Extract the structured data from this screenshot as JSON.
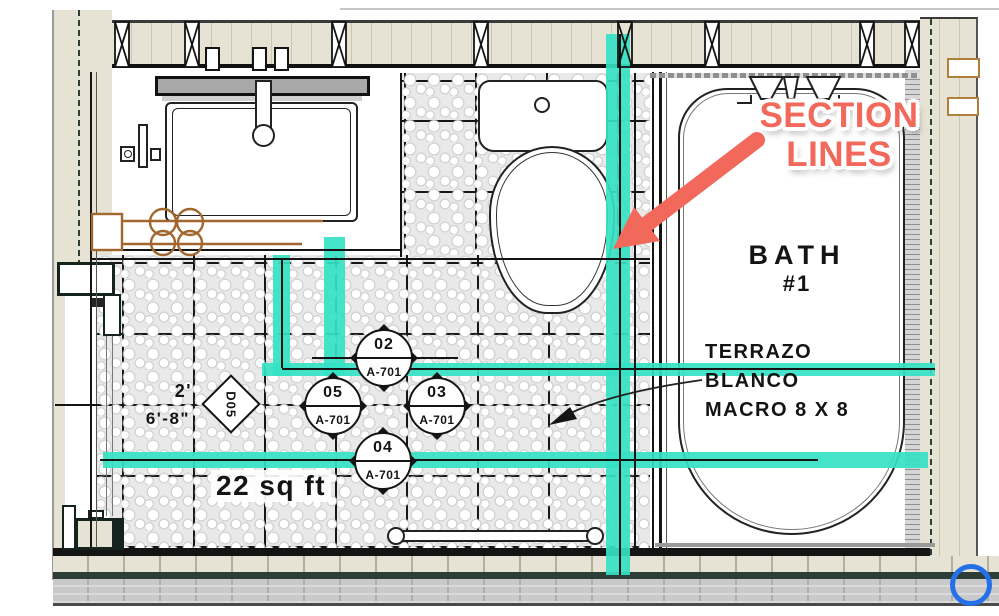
{
  "drawing": {
    "annotation": {
      "line1": "SECTION",
      "line2": "LINES"
    },
    "room_label": {
      "line1": "BATH",
      "line2": "#1"
    },
    "tile_note": {
      "line1": "TERRAZO",
      "line2": "BLANCO",
      "line3": "MACRO 8 X 8"
    },
    "area_label": "22 sq ft",
    "dimensions": {
      "width": "2'",
      "length": "6'-8\""
    },
    "door_tag": "D05",
    "section_markers": [
      {
        "number": "02",
        "sheet": "A-701",
        "direction": "up"
      },
      {
        "number": "05",
        "sheet": "A-701",
        "direction": "left"
      },
      {
        "number": "03",
        "sheet": "A-701",
        "direction": "right"
      },
      {
        "number": "04",
        "sheet": "A-701",
        "direction": "down"
      }
    ],
    "colors": {
      "section_line_teal": "#35e2c4",
      "annotation_red": "#f2695c",
      "wall_beige": "#e6e3d4",
      "highlight_blue": "#2470e8"
    }
  }
}
